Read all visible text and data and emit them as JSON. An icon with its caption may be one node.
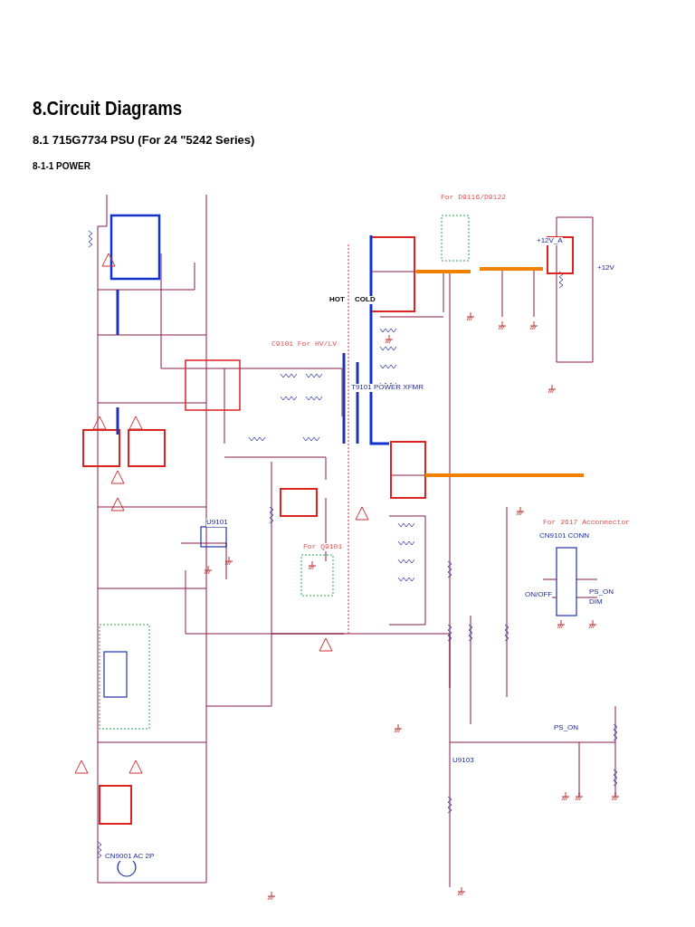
{
  "diagram": {
    "title": "8.Circuit Diagrams",
    "labels": [
      "8.1 715G7734 PSU (For 24 \"5242 Series)",
      "8-1-1 POWER",
      "For D9116/D9122",
      "C9101 For HV/LV",
      "HOT",
      "COLD",
      "T9101 POWER XFMR",
      "U9101",
      "For Q9101",
      "+12V_A",
      "+12V",
      "For 2617 Acconnector",
      "CN9101 CONN",
      "ON/OFF",
      "PS_ON",
      "DIM",
      "PS_ON",
      "U9103",
      "CN9001 AC 2P"
    ]
  }
}
